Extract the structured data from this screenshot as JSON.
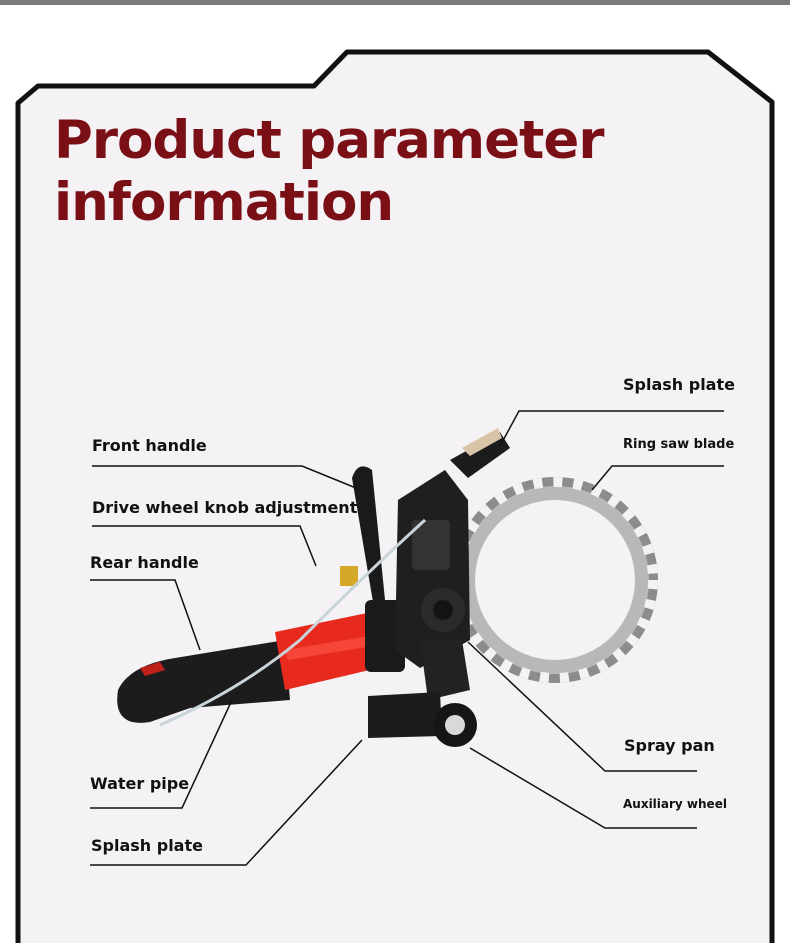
{
  "title": {
    "line1": "Product parameter",
    "line2": "information"
  },
  "colors": {
    "title": "#7a0f16",
    "panel_bg": "#f4f2f4",
    "panel_border": "#111111",
    "top_bar": "#7b7b7b",
    "body_red": "#e8291e",
    "blade_gray": "#9a9a9a"
  },
  "labels": {
    "splash_plate_top": "Splash plate",
    "ring_saw_blade": "Ring saw blade",
    "front_handle": "Front handle",
    "drive_wheel_knob": "Drive wheel knob adjustment",
    "rear_handle": "Rear handle",
    "spray_pan": "Spray pan",
    "auxiliary_wheel": "Auxiliary wheel",
    "water_pipe": "Water pipe",
    "splash_plate_bottom": "Splash plate"
  }
}
